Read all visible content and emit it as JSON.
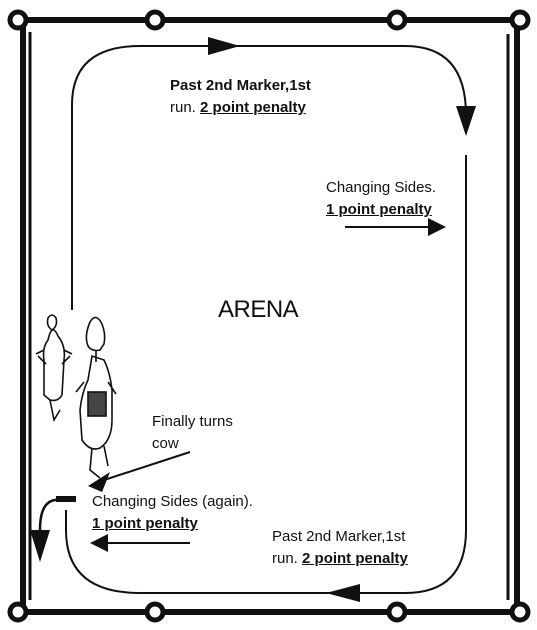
{
  "title": "ARENA",
  "annotations": {
    "top": {
      "line1": "Past 2nd Marker,1st",
      "line2_prefix": "run. ",
      "penalty": "2 point penalty"
    },
    "right": {
      "line1": "Changing Sides.",
      "penalty": "1 point penalty"
    },
    "turn": {
      "line1": "Finally turns",
      "line2": "cow"
    },
    "bottom_left": {
      "line1": "Changing Sides (again).",
      "penalty": "1 point penalty"
    },
    "bottom_right": {
      "line1": "Past 2nd Marker,1st",
      "line2_prefix": "run. ",
      "penalty": "2 point penalty"
    }
  },
  "colors": {
    "ink": "#111111",
    "paper": "#ffffff"
  },
  "icons": [
    "corner-post-icon",
    "fence-post-icon",
    "direction-arrow-icon",
    "horse-and-rider-icon"
  ]
}
